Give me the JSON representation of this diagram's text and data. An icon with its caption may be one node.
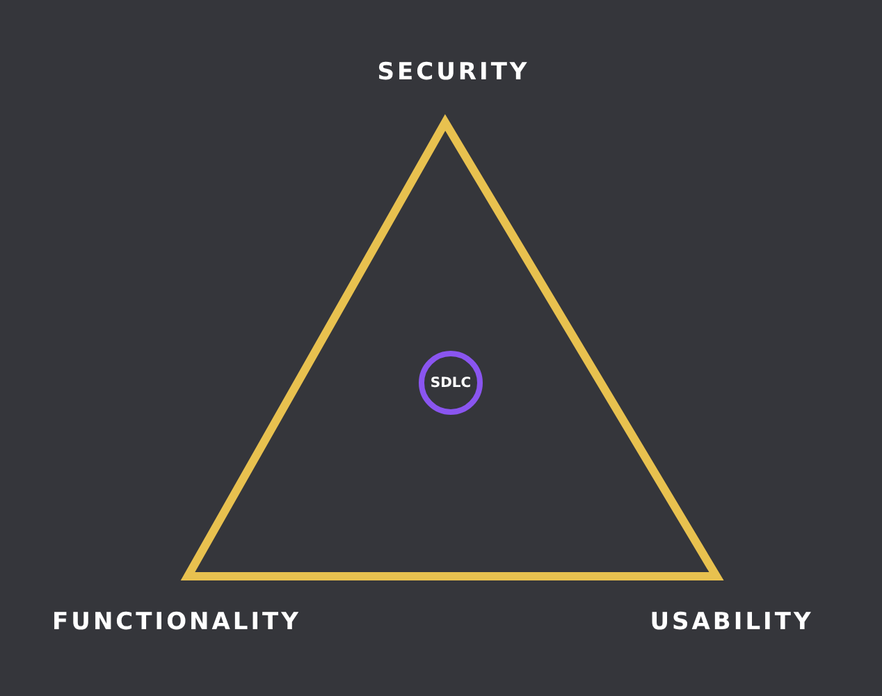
{
  "diagram": {
    "nodes": [
      {
        "text": [],
        "shape": "triangle"
      },
      {
        "text": [
          "SDLC"
        ],
        "in": 0
      }
    ],
    "labels": [
      "SECURITY",
      "FUNCTIONALITY",
      "USABILITY"
    ]
  }
}
